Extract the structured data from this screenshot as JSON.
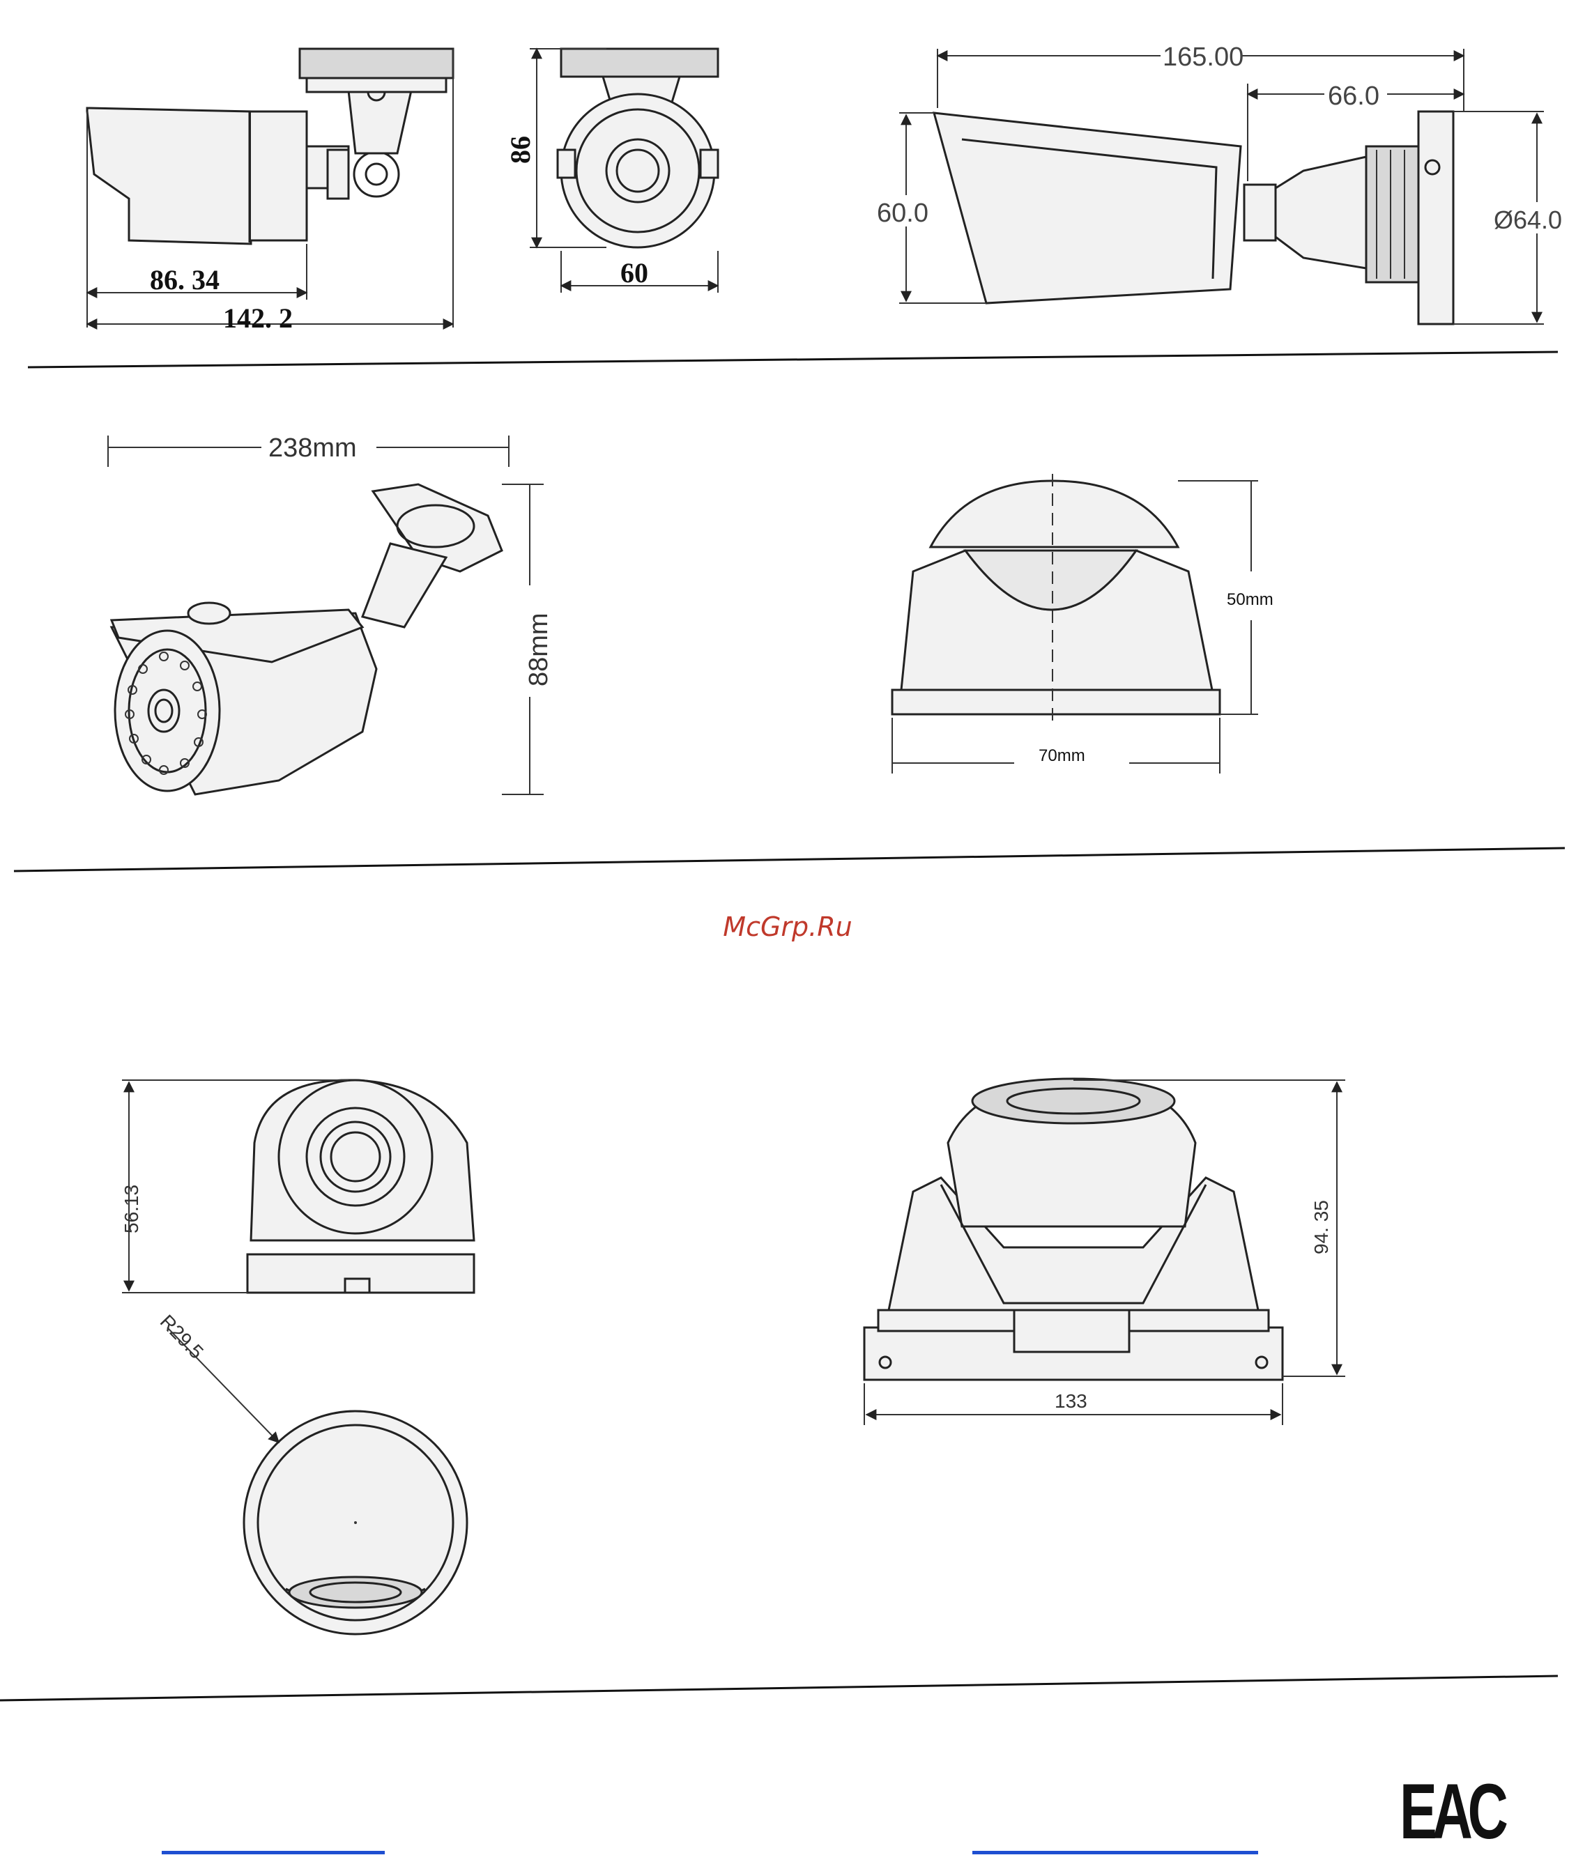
{
  "diagram_1": {
    "side_view": {
      "body_length": "86. 34",
      "total_length": "142. 2"
    },
    "front_view": {
      "height": "86",
      "width": "60"
    },
    "profile_view": {
      "overall_length": "165.00",
      "bracket_length": "66.0",
      "body_height": "60.0",
      "base_diameter": "Ø64.0"
    }
  },
  "diagram_2": {
    "iso_view": {
      "width": "238mm",
      "height": "88mm"
    },
    "front_view": {
      "height": "50mm",
      "width": "70mm"
    }
  },
  "watermark": "McGrp.Ru",
  "diagram_3": {
    "dome_front": {
      "height": "56.13"
    },
    "dome_top": {
      "radius": "R29.5"
    },
    "dome_side": {
      "height": "94. 35",
      "width": "133"
    }
  },
  "certification_mark": "EAC"
}
